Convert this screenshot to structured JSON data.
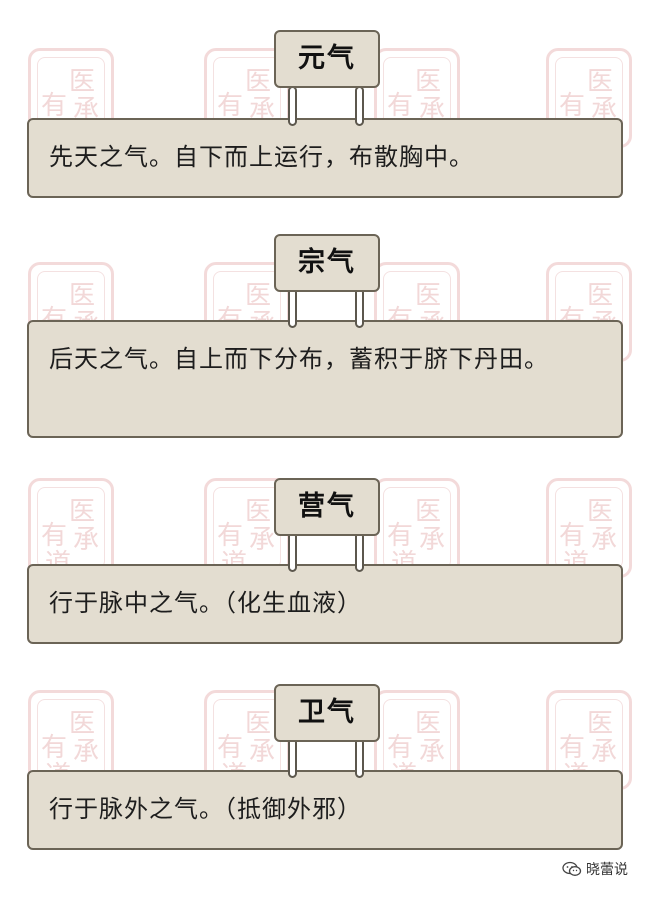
{
  "sections": [
    {
      "title": "元气",
      "text": "先天之气。自下而上运行，布散胸中。"
    },
    {
      "title": "宗气",
      "text": "后天之气。自上而下分布，蓄积于脐下丹田。"
    },
    {
      "title": "营气",
      "text": "行于脉中之气。（化生血液）"
    },
    {
      "title": "卫气",
      "text": "行于脉外之气。（抵御外邪）"
    }
  ],
  "watermark": {
    "glyphs": [
      "医",
      "有",
      "承",
      "道"
    ]
  },
  "footer": {
    "label": "晓蕾说",
    "icon": "wechat-icon"
  }
}
